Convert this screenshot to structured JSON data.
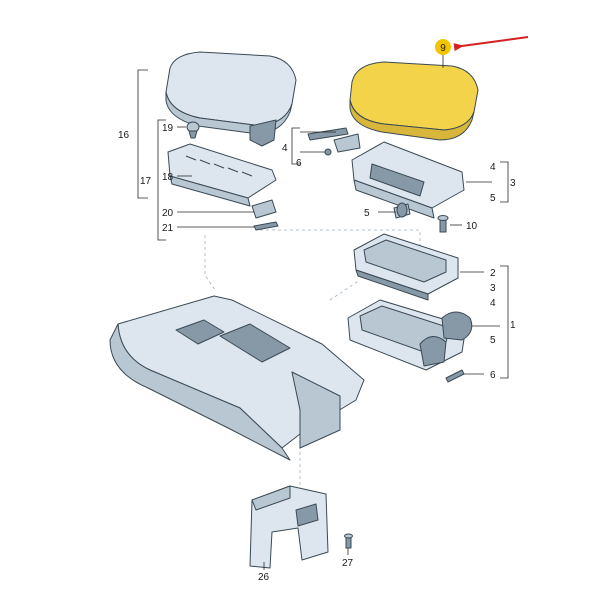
{
  "callouts": {
    "c9": "9",
    "c16": "16",
    "c17": "17",
    "c19": "19",
    "c18": "18",
    "c20": "20",
    "c21": "21",
    "c4a": "4",
    "c6a": "6",
    "c4b": "4",
    "c3": "3",
    "c5a": "5",
    "c5b": "5",
    "c10": "10",
    "c2": "2",
    "c3b": "3",
    "c4c": "4",
    "c1": "1",
    "c5c": "5",
    "c6b": "6",
    "c26": "26",
    "c27": "27"
  },
  "colors": {
    "highlight_fill": "#f2d34a",
    "highlight_badge": "#f5c400",
    "arrow": "#d42020"
  }
}
